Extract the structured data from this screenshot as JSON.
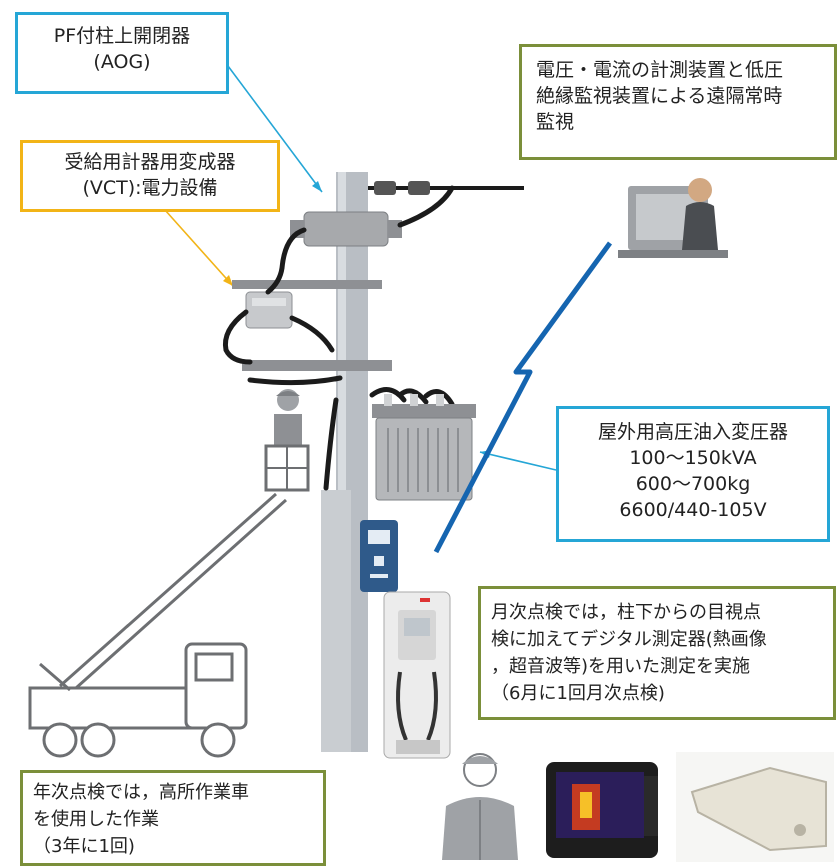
{
  "colors": {
    "callout_cyan": "#25a6d6",
    "callout_yellow": "#f2b417",
    "callout_olive": "#7b8f3a",
    "wireless_link": "#1565b0",
    "pole": "#b9bec4",
    "cable": "#1b1b1b",
    "equipment_gray": "#a7a9ac"
  },
  "callouts": {
    "aog": {
      "lines": [
        "PF付柱上開閉器",
        "(AOG)"
      ]
    },
    "vct": {
      "lines": [
        "受給用計器用変成器",
        "(VCT):電力設備"
      ]
    },
    "remote": {
      "lines": [
        "電圧・電流の計測装置と低圧",
        "絶縁監視装置による遠隔常時",
        "監視"
      ]
    },
    "transformer": {
      "lines": [
        "屋外用高圧油入変圧器",
        "100～150kVA",
        "600～700kg",
        "6600/440-105V"
      ]
    },
    "monthly": {
      "lines": [
        "月次点検では，柱下からの目視点",
        "検に加えてデジタル測定器(熱画像",
        "，超音波等)を用いた測定を実施",
        "（6月に1回月次点検)"
      ]
    },
    "annual": {
      "lines": [
        "年次点検では，高所作業車",
        "を使用した作業",
        "（3年に1回)"
      ]
    }
  },
  "icons": {
    "bucket_truck": "bucket-truck-icon",
    "lineman": "lineman-icon",
    "monitoring_operator": "operator-computer-icon",
    "inspector": "inspector-icon",
    "thermal_camera": "thermal-camera-icon",
    "ultrasonic_detector": "ultrasonic-detector-icon",
    "ev_charger": "ev-charger-icon",
    "control_cabinet": "control-cabinet-icon",
    "wireless_link": "wireless-link-icon"
  }
}
